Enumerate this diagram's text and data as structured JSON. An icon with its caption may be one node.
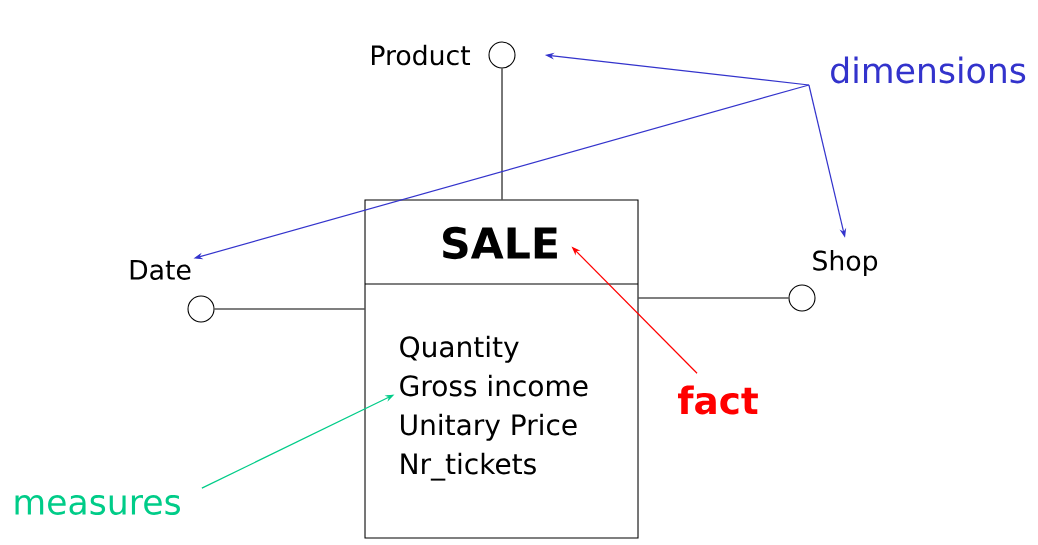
{
  "diagram": {
    "nodes": [
      {
        "text": [
          "SALE",
          "Quantity",
          "Gross income",
          "Unitary Price",
          "Nr_tickets"
        ]
      },
      {
        "text": [
          "Product"
        ]
      },
      {
        "text": [
          "Date"
        ]
      },
      {
        "text": [
          "Shop"
        ]
      },
      {
        "text": [
          "dimensions"
        ]
      },
      {
        "text": [
          "fact"
        ]
      },
      {
        "text": [
          "measures"
        ]
      }
    ],
    "edges": [
      {
        "from": 1,
        "to": 0,
        "arrow": "none"
      },
      {
        "from": 2,
        "to": 0,
        "arrow": "none"
      },
      {
        "from": 3,
        "to": 0,
        "arrow": "none"
      },
      {
        "from": 4,
        "to": 1,
        "arrow": "to",
        "color": "#3333cc"
      },
      {
        "from": 4,
        "to": 2,
        "arrow": "to",
        "color": "#3333cc"
      },
      {
        "from": 4,
        "to": 3,
        "arrow": "to",
        "color": "#3333cc"
      },
      {
        "from": 5,
        "to": 0,
        "arrow": "to",
        "color": "#ff0000"
      },
      {
        "from": 6,
        "to": 0,
        "arrow": "to",
        "color": "#00cc88"
      }
    ]
  }
}
